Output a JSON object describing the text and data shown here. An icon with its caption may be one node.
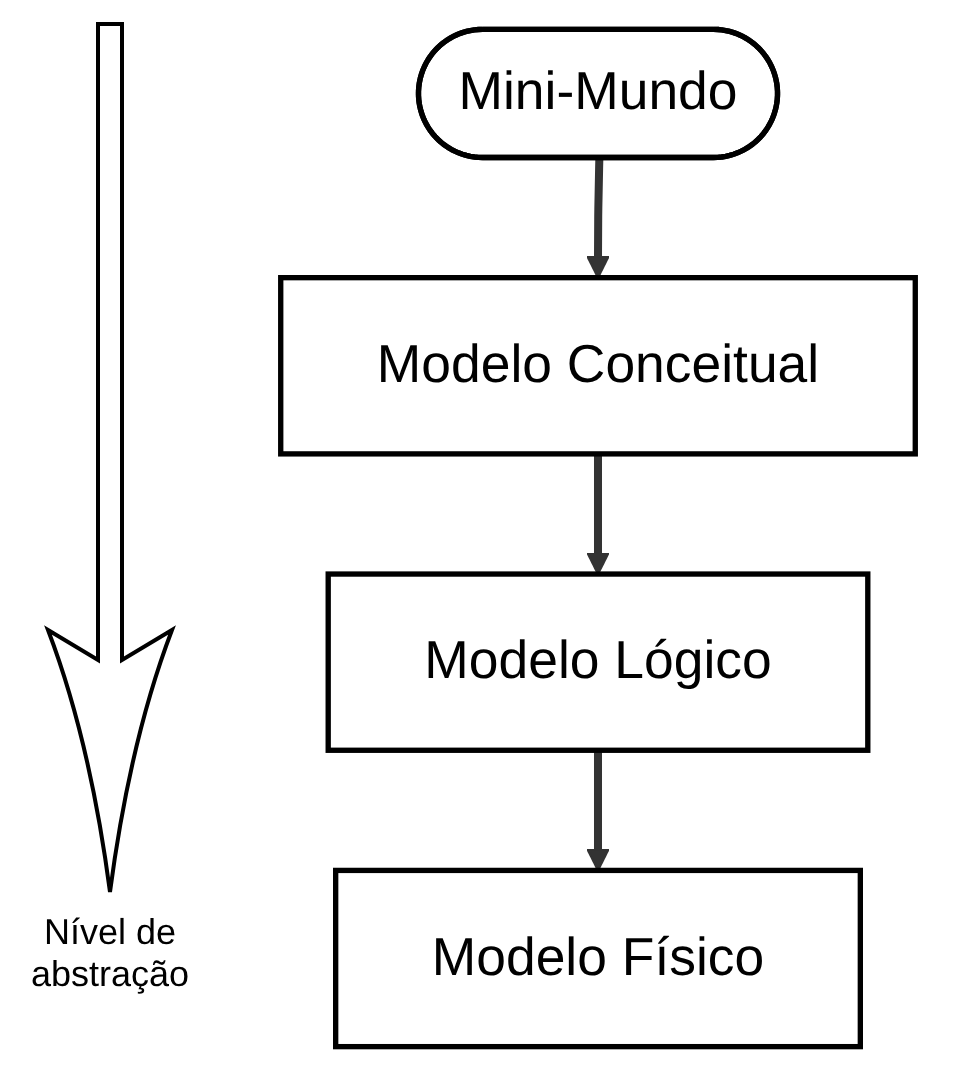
{
  "diagram": {
    "nodes": [
      {
        "text": [
          "Mini-Mundo"
        ]
      },
      {
        "text": [
          "Modelo Conceitual"
        ]
      },
      {
        "text": [
          "Modelo Lógico"
        ]
      },
      {
        "text": [
          "Modelo Físico"
        ]
      }
    ],
    "edges": [
      {
        "from": 0,
        "to": 1,
        "arrow": "to"
      },
      {
        "from": 1,
        "to": 2,
        "arrow": "to"
      },
      {
        "from": 2,
        "to": 3,
        "arrow": "to"
      }
    ],
    "labels": [
      "Nível de abstração"
    ]
  }
}
